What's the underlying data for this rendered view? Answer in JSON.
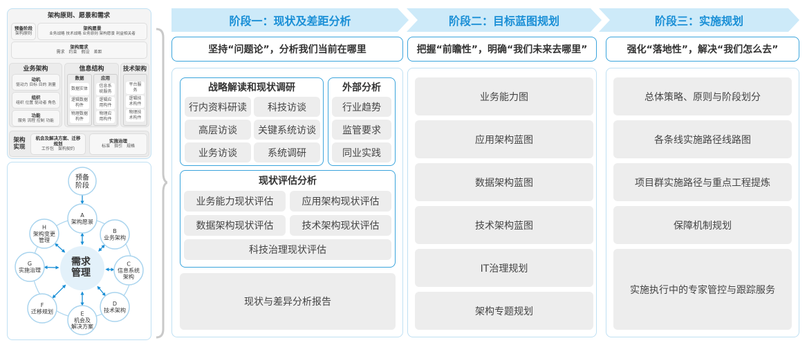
{
  "left_top": {
    "title": "架构原则、愿景和需求",
    "prelim": {
      "title": "预备阶段",
      "items": "架构原则"
    },
    "vision": {
      "title": "架构愿景",
      "items": "业务战略 技术战略 业务原则 架构愿景 利益相关者"
    },
    "requirements": {
      "title": "架构需求",
      "items": "需求　约束　假设　差距"
    },
    "business": {
      "title": "业务架构",
      "groups": [
        {
          "title": "动机",
          "items": "驱动力 目标 目的 测量"
        },
        {
          "title": "组织",
          "items": "组织 位置 驱动者 角色"
        },
        {
          "title": "功能",
          "items": "服务 流程 控制 功能"
        }
      ]
    },
    "info": {
      "title": "信息结构",
      "data": {
        "title": "数据",
        "items": [
          "数据实体",
          "逻辑数据构件",
          "物理数据构件"
        ]
      },
      "app": {
        "title": "应用",
        "items": [
          "信息系统服务",
          "逻辑应用构件",
          "物理应用构件"
        ]
      }
    },
    "tech": {
      "title": "技术架构",
      "items": [
        "平台服务",
        "逻辑技术构件",
        "物理技术构件"
      ]
    },
    "realization": {
      "title": "架构实现",
      "opp": {
        "title": "机会及解决方案、迁移规划",
        "items": "工作包　架构契约"
      },
      "gov": {
        "title": "实施治理",
        "items": "标准　指引　规格"
      }
    }
  },
  "cycle": {
    "center": "需求管理",
    "prelim": "预备阶段",
    "nodes": [
      {
        "letter": "A",
        "label": "架构愿景"
      },
      {
        "letter": "B",
        "label": "业务架构"
      },
      {
        "letter": "C",
        "label": "信息系统架构"
      },
      {
        "letter": "D",
        "label": "技术架构"
      },
      {
        "letter": "E",
        "label": "机会及解决方案"
      },
      {
        "letter": "F",
        "label": "迁移规划"
      },
      {
        "letter": "G",
        "label": "实施治理"
      },
      {
        "letter": "H",
        "label": "架构变更管理"
      }
    ],
    "accent": "#1a8fd6"
  },
  "stages": [
    {
      "title": "阶段一：现状及差距分析",
      "slogan": "坚持“问题论”，分析我们当前在哪里"
    },
    {
      "title": "阶段二：目标蓝图规划",
      "slogan": "把握“前瞻性”，明确“我们未来去哪里”"
    },
    {
      "title": "阶段三：实施规划",
      "slogan": "强化“落地性”，解决“我们怎么去”"
    }
  ],
  "stage1": {
    "strategy": {
      "title": "战略解读和现状调研",
      "items": [
        "行内资料研读",
        "科技访谈",
        "高层访谈",
        "关键系统访谈",
        "业务访谈",
        "系统调研"
      ]
    },
    "external": {
      "title": "外部分析",
      "items": [
        "行业趋势",
        "监管要求",
        "同业实践"
      ]
    },
    "assessment": {
      "title": "现状评估分析",
      "items": [
        "业务能力现状评估",
        "应用架构现状评估",
        "数据架构现状评估",
        "技术架构现状评估",
        "科技治理现状评估"
      ]
    },
    "report": "现状与差异分析报告"
  },
  "stage2": {
    "items": [
      "业务能力图",
      "应用架构蓝图",
      "数据架构蓝图",
      "技术架构蓝图",
      "IT治理规划",
      "架构专题规划"
    ]
  },
  "stage3": {
    "items": [
      "总体策略、原则与阶段划分",
      "各条线实施路径线路图",
      "项目群实施路径与重点工程提炼",
      "保障机制规划",
      "实施执行中的专家管控与跟踪服务"
    ]
  },
  "colors": {
    "accent": "#1a8fd6",
    "banner": "#cdeaf9",
    "border": "#3aa4dc"
  }
}
